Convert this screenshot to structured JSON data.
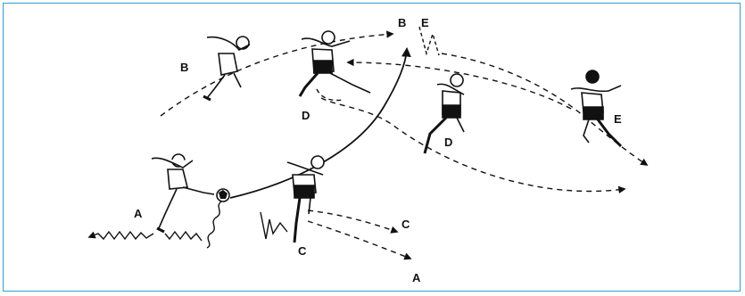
{
  "colors": {
    "frame_border": "#2f9fd2",
    "ink": "#111111",
    "background": "#ffffff"
  },
  "labels": {
    "a_start": "A",
    "a_end": "A",
    "b_left": "B",
    "b_top": "B",
    "c_player": "C",
    "c_run": "C",
    "d_left": "D",
    "d_right": "D",
    "e_top": "E",
    "e_right": "E"
  }
}
